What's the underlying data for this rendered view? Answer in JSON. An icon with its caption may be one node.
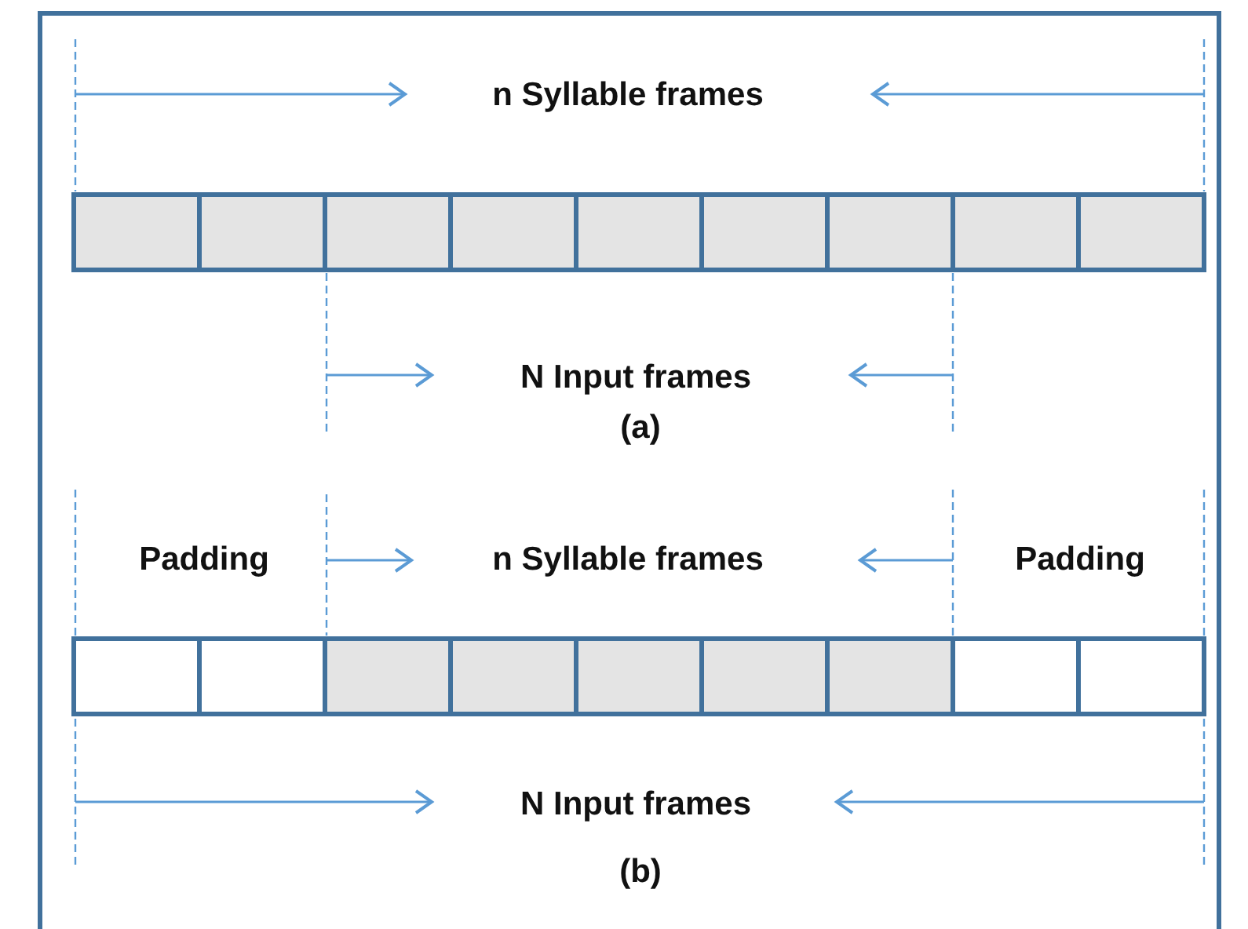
{
  "diagram": {
    "labels": [
      "n Syllable frames",
      "N Input frames",
      "(a)",
      "Padding",
      "n Syllable frames",
      "Padding",
      "N Input frames",
      "(b)"
    ]
  }
}
